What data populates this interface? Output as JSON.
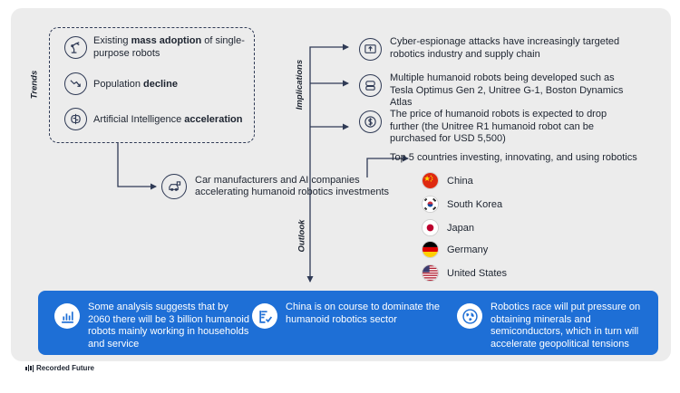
{
  "sections": {
    "trends": "Trends",
    "implications": "Implications",
    "outlook": "Outlook"
  },
  "trends": [
    {
      "icon": "robot-arm-icon",
      "pre": "Existing ",
      "bold": "mass adoption",
      "post": " of single-purpose robots"
    },
    {
      "icon": "declining-chart-icon",
      "pre": "Population ",
      "bold": "decline",
      "post": ""
    },
    {
      "icon": "ai-brain-icon",
      "pre": "Artificial Intelligence ",
      "bold": "acceleration",
      "post": ""
    }
  ],
  "center": {
    "icon": "car-chip-icon",
    "text": "Car manufacturers and AI companies accelerating humanoid robotics investments"
  },
  "implications": [
    {
      "icon": "upload-screen-icon",
      "text": "Cyber-espionage attacks have increasingly targeted robotics industry and supply chain"
    },
    {
      "icon": "robot-face-icon",
      "text": "Multiple humanoid robots being developed such as Tesla Optimus Gen 2, Unitree G-1, Boston Dynamics Atlas"
    },
    {
      "icon": "dollar-coin-icon",
      "text": "The price of humanoid robots is expected to drop further (the Unitree R1 humanoid robot can be purchased for USD 5,500)"
    }
  ],
  "countries": {
    "title": "Top 5 countries investing, innovating, and using robotics",
    "items": [
      {
        "name": "China",
        "flag": "china-flag-icon"
      },
      {
        "name": "South Korea",
        "flag": "south-korea-flag-icon"
      },
      {
        "name": "Japan",
        "flag": "japan-flag-icon"
      },
      {
        "name": "Germany",
        "flag": "germany-flag-icon"
      },
      {
        "name": "United States",
        "flag": "united-states-flag-icon"
      }
    ]
  },
  "outlook": [
    {
      "icon": "bar-chart-icon",
      "text": "Some analysis suggests that by 2060 there will be 3 billion humanoid robots mainly working in households and service"
    },
    {
      "icon": "checklist-icon",
      "text": "China is on course to dominate the humanoid robotics sector"
    },
    {
      "icon": "globe-icon",
      "text": "Robotics race will put pressure on obtaining minerals and semiconductors, which in turn will accelerate geopolitical tensions"
    }
  ],
  "logo": "Recorded Future",
  "colors": {
    "accent": "#1e6fd6",
    "line": "#2f3a55",
    "panel": "#ececec"
  }
}
